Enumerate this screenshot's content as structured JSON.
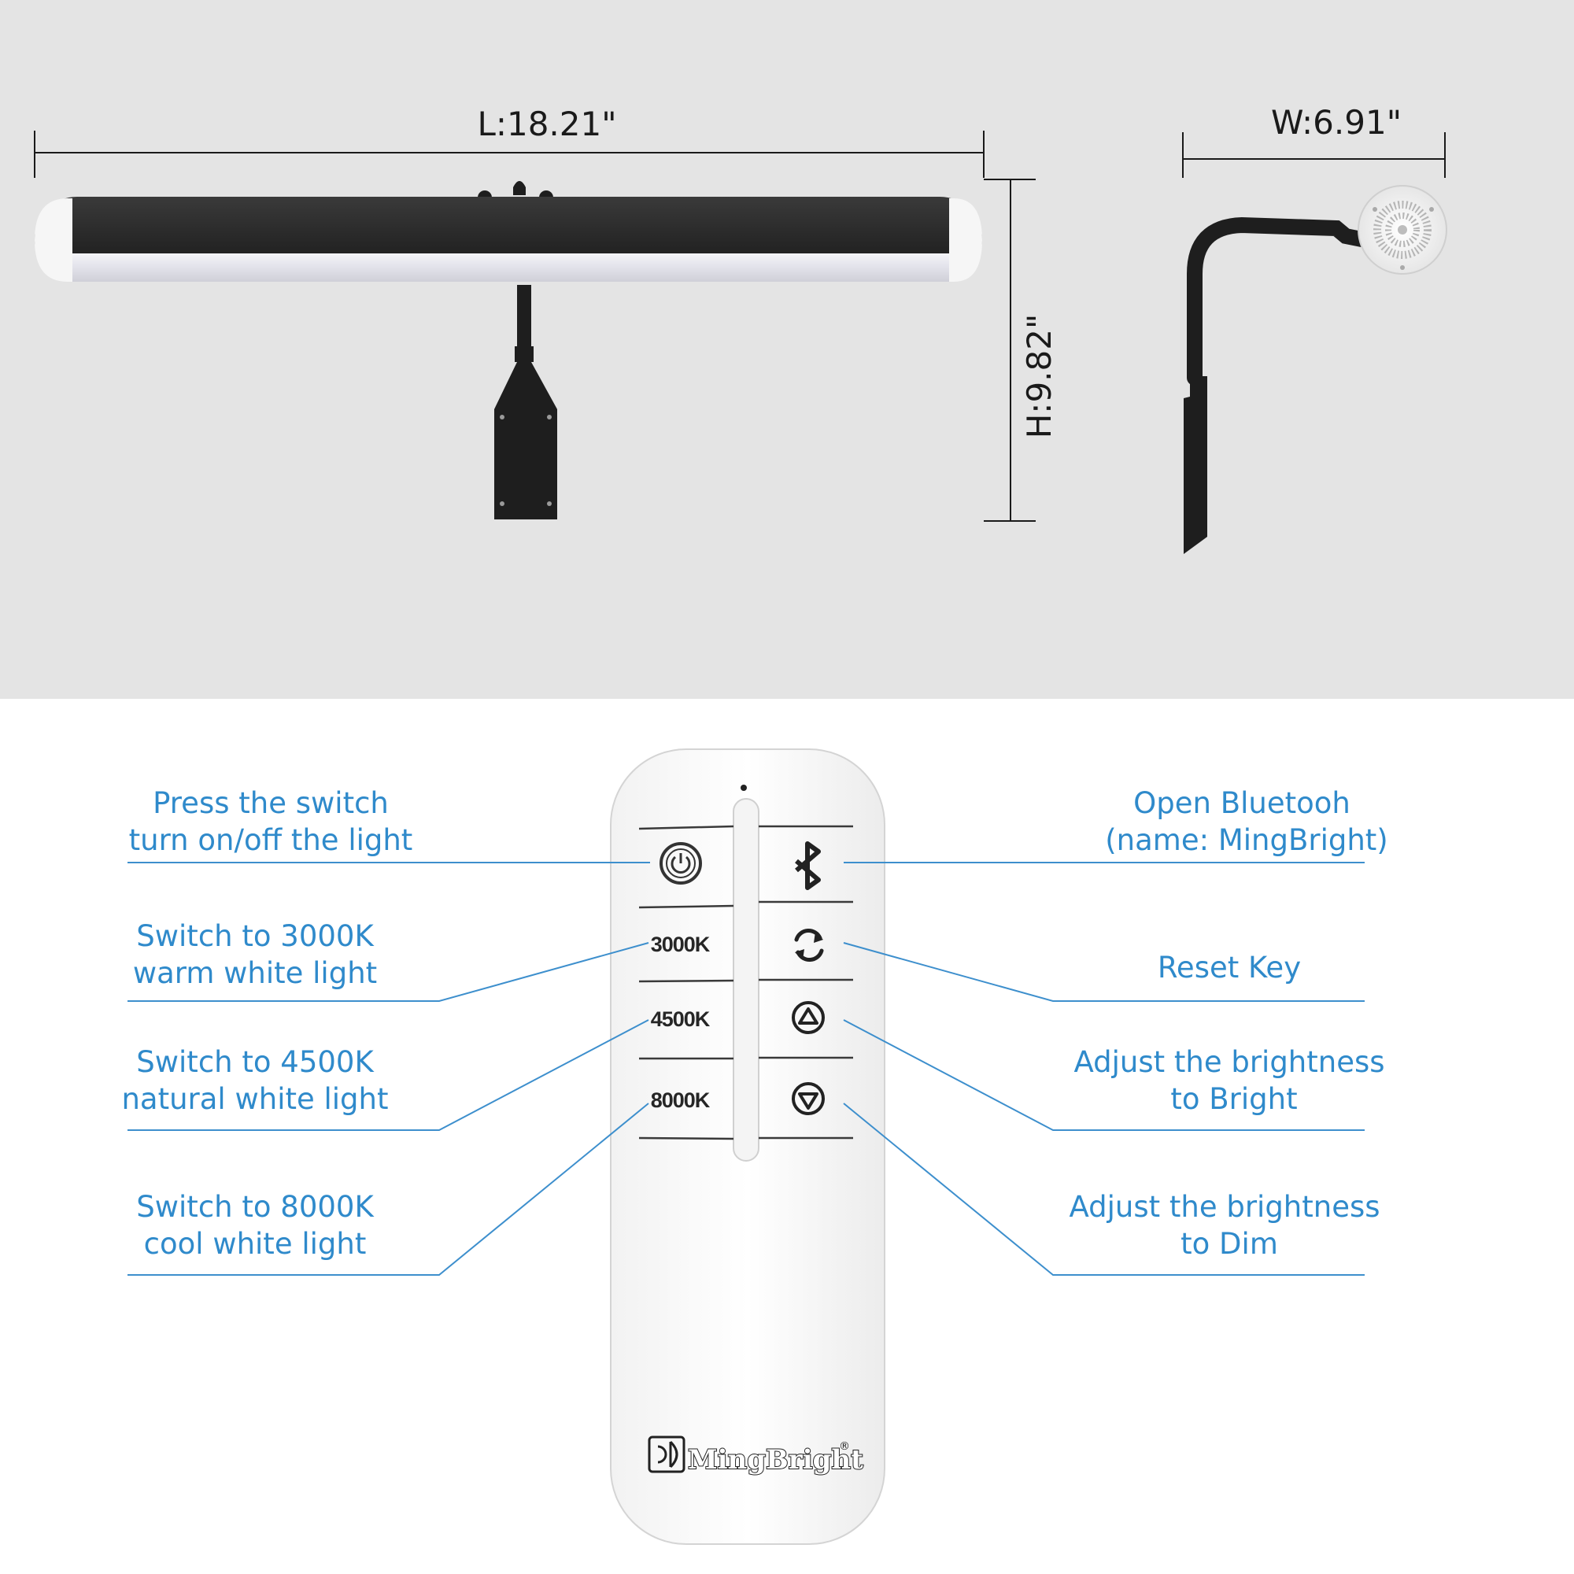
{
  "dimensions": {
    "length": "L:18.21\"",
    "width": "W:6.91\"",
    "height": "H:9.82\""
  },
  "callouts": {
    "power": [
      "Press the switch",
      "turn on/off the light"
    ],
    "k3000": [
      "Switch to 3000K",
      "warm white light"
    ],
    "k4500": [
      "Switch to 4500K",
      "natural white light"
    ],
    "k8000": [
      "Switch to 8000K",
      "cool white light"
    ],
    "bluetooth": [
      "Open Bluetooh",
      "(name: MingBright)"
    ],
    "reset": [
      "Reset Key"
    ],
    "bright": [
      "Adjust the brightness",
      "to Bright"
    ],
    "dim": [
      "Adjust the brightness",
      "to Dim"
    ]
  },
  "remote": {
    "key_3000": "3000K",
    "key_4500": "4500K",
    "key_8000": "8000K",
    "brand": "MingBright",
    "registered": "®"
  },
  "icons": [
    "power-icon",
    "bluetooth-icon",
    "reset-icon",
    "brightness-up-icon",
    "brightness-down-icon"
  ],
  "colors": {
    "top_background": "#e4e4e4",
    "callout_text": "#2f8acb",
    "fixture_black": "#1e1e1e"
  }
}
